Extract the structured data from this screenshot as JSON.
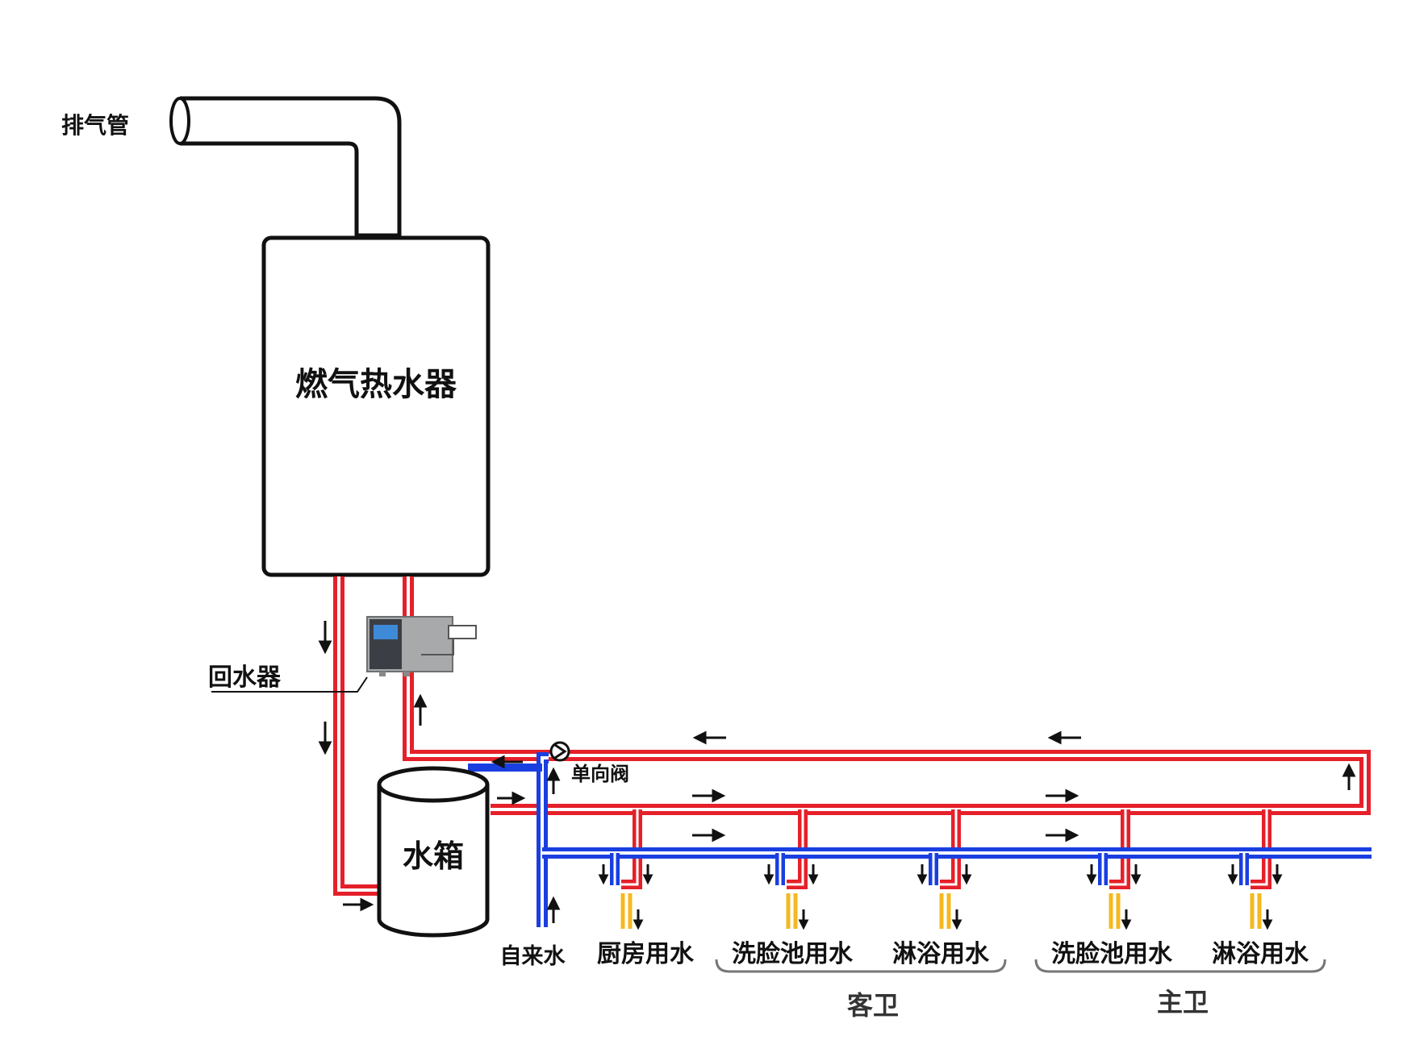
{
  "labels": {
    "exhaust_pipe": "排气管",
    "gas_heater": "燃气热水器",
    "return_device": "回水器",
    "water_tank": "水箱",
    "check_valve": "单向阀",
    "tap_water": "自来水",
    "kitchen": "厨房用水",
    "guest_basin": "洗脸池用水",
    "guest_shower": "淋浴用水",
    "master_basin": "洗脸池用水",
    "master_shower": "淋浴用水",
    "guest_bath": "客卫",
    "master_bath": "主卫"
  },
  "colors": {
    "hot_pipe": "#e5202a",
    "cold_pipe": "#1a3fe0",
    "outlet_pipe": "#f5b820",
    "outline": "#111111"
  }
}
